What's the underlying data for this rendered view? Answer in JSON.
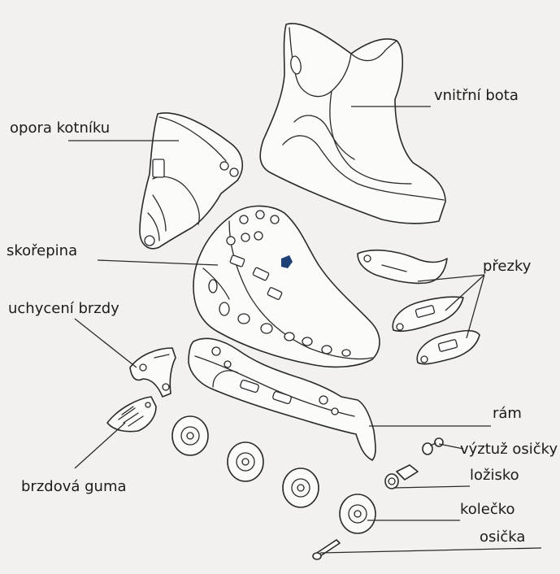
{
  "labels": {
    "inner_boot": "vnitřní bota",
    "ankle_support": "opora kotníku",
    "shell": "skořepina",
    "buckles": "přezky",
    "brake_mount": "uchycení brzdy",
    "frame": "rám",
    "axle_spacer": "výztuž osičky",
    "bearing": "ložisko",
    "wheel": "kolečko",
    "brake_pad": "brzdová guma",
    "axle": "osička"
  },
  "colors": {
    "background": "#f3f1ee",
    "line": "#2a2a2a",
    "mark": "#1f3f77"
  }
}
